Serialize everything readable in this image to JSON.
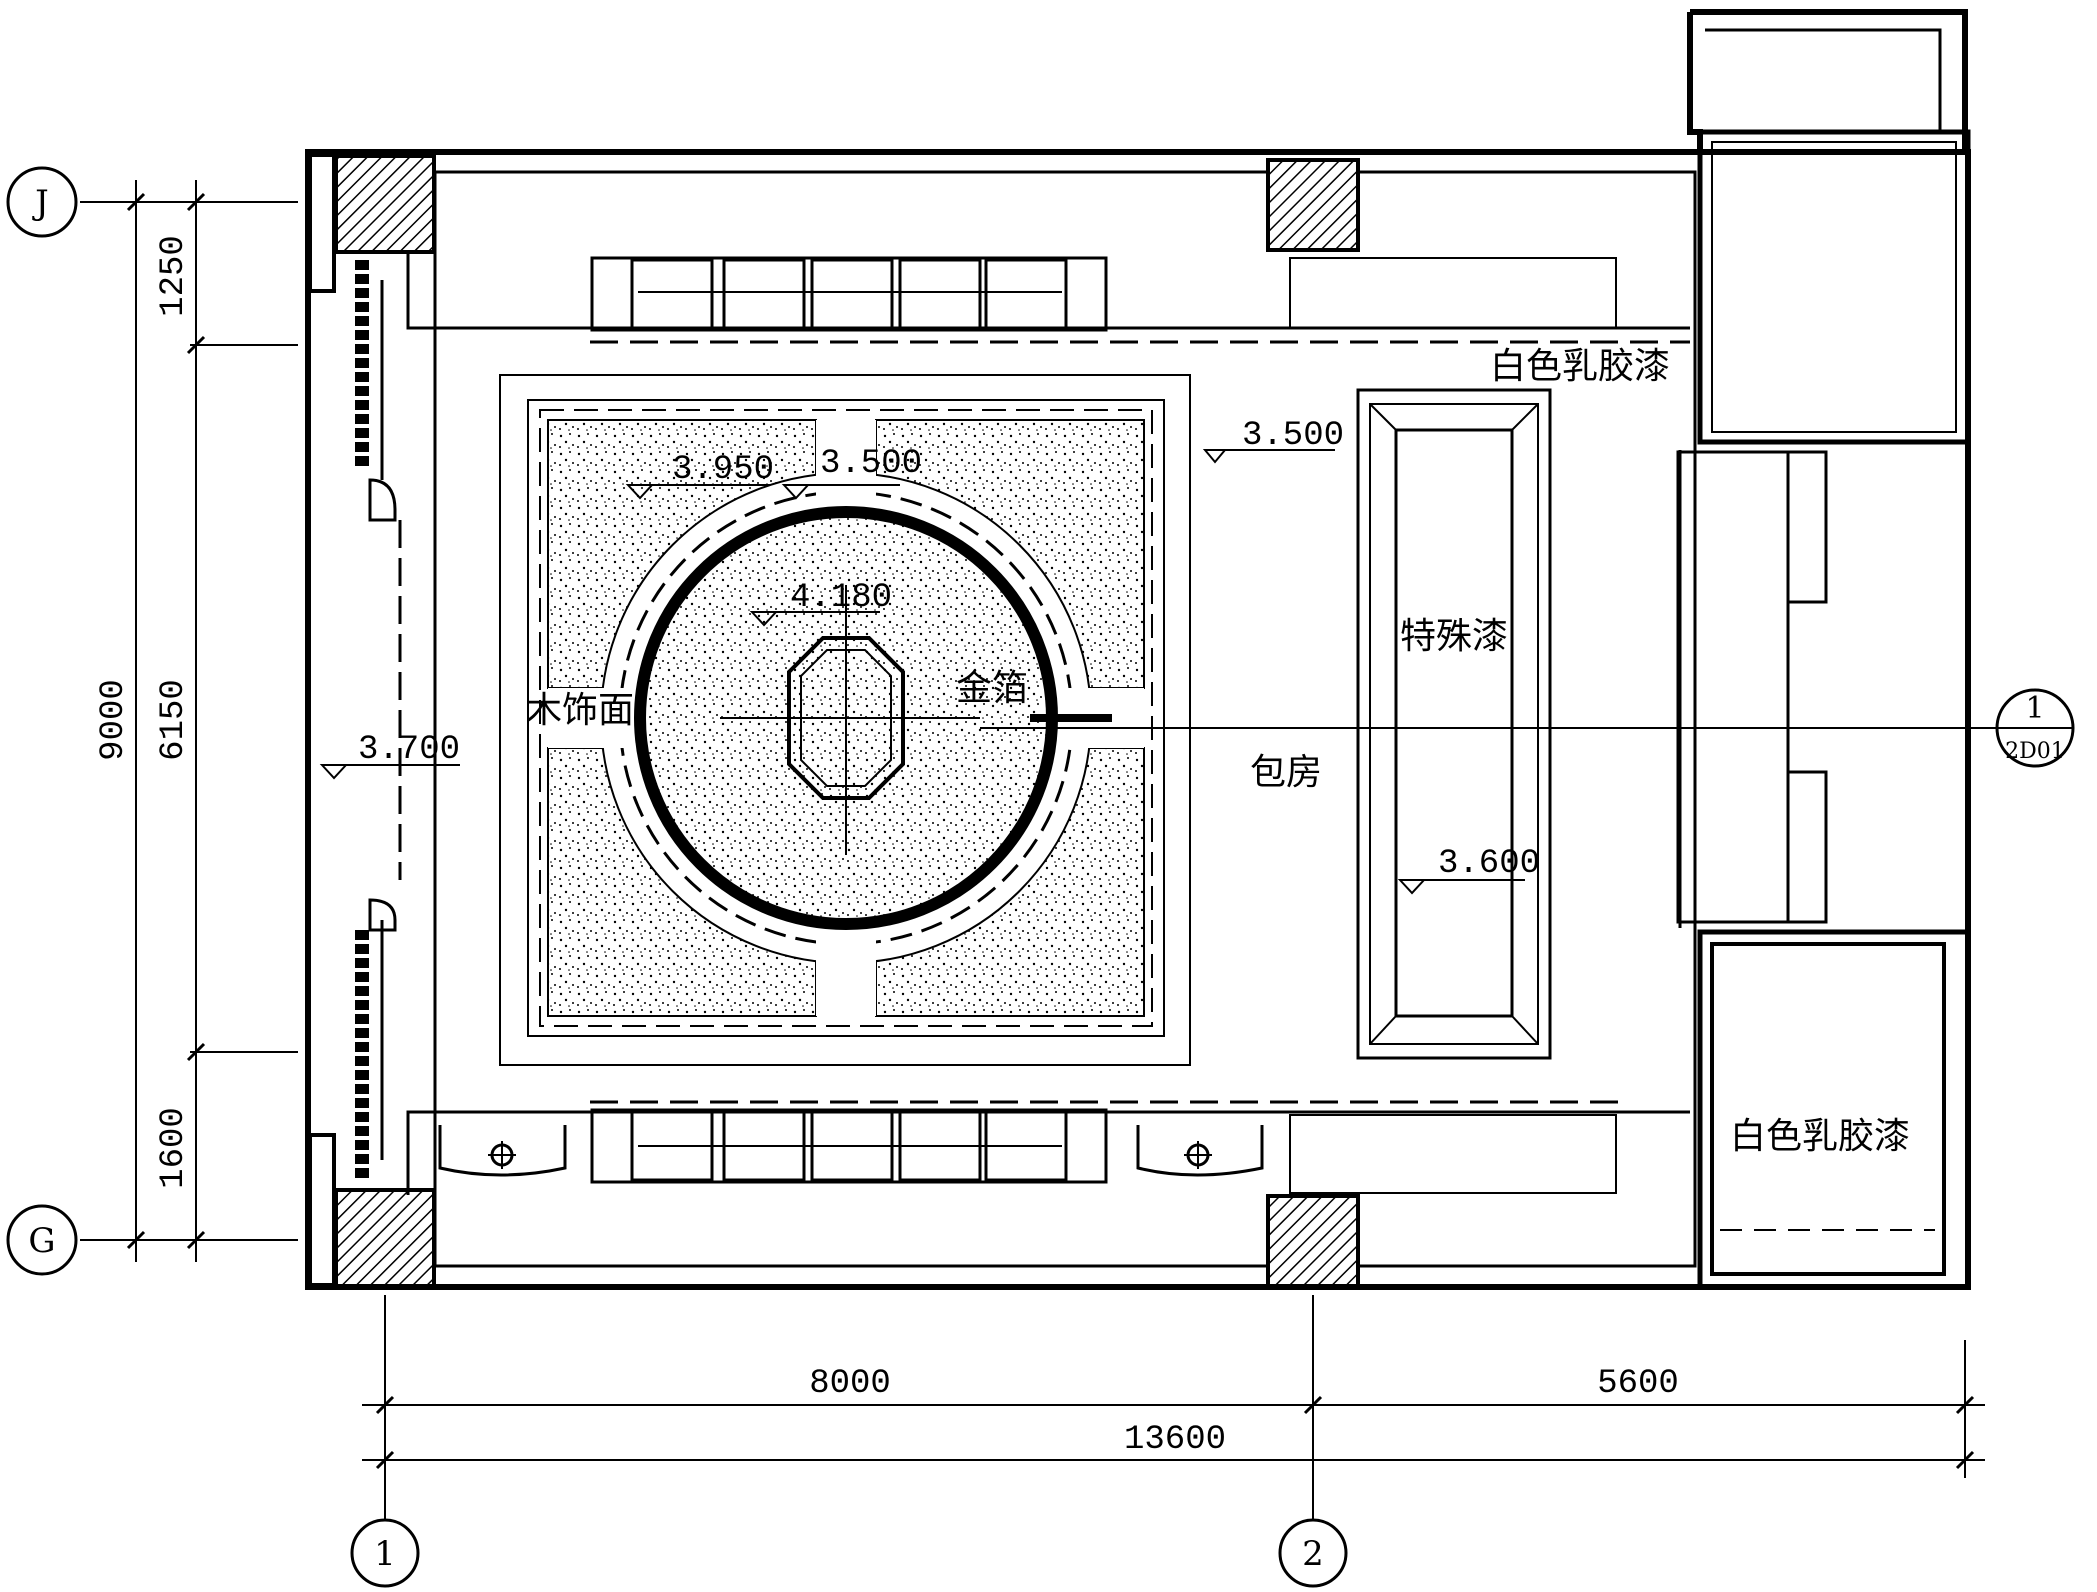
{
  "axes": {
    "rows": [
      "J",
      "G"
    ],
    "cols": [
      "1",
      "2"
    ]
  },
  "dimensions": {
    "left": [
      "1250",
      "6150",
      "1600",
      "9000"
    ],
    "bottom": [
      "8000",
      "5600",
      "13600"
    ]
  },
  "elevations": {
    "outer_ceiling": "3.500",
    "ring_outer": "3.950",
    "ring_inner": "3.500",
    "dome_center": "4.180",
    "left_bay": "3.700",
    "right_panel": "3.600"
  },
  "labels": {
    "white_latex_top": "白色乳胶漆",
    "special_paint": "特殊漆",
    "gold_leaf": "金箔",
    "wood_veneer": "木饰面",
    "private_room": "包房",
    "white_latex_bottom": "白色乳胶漆"
  },
  "section_marker": {
    "number": "1",
    "sheet": "2D01"
  },
  "colors": {
    "line": "#000000",
    "hatch": "#000000",
    "background": "#ffffff"
  }
}
